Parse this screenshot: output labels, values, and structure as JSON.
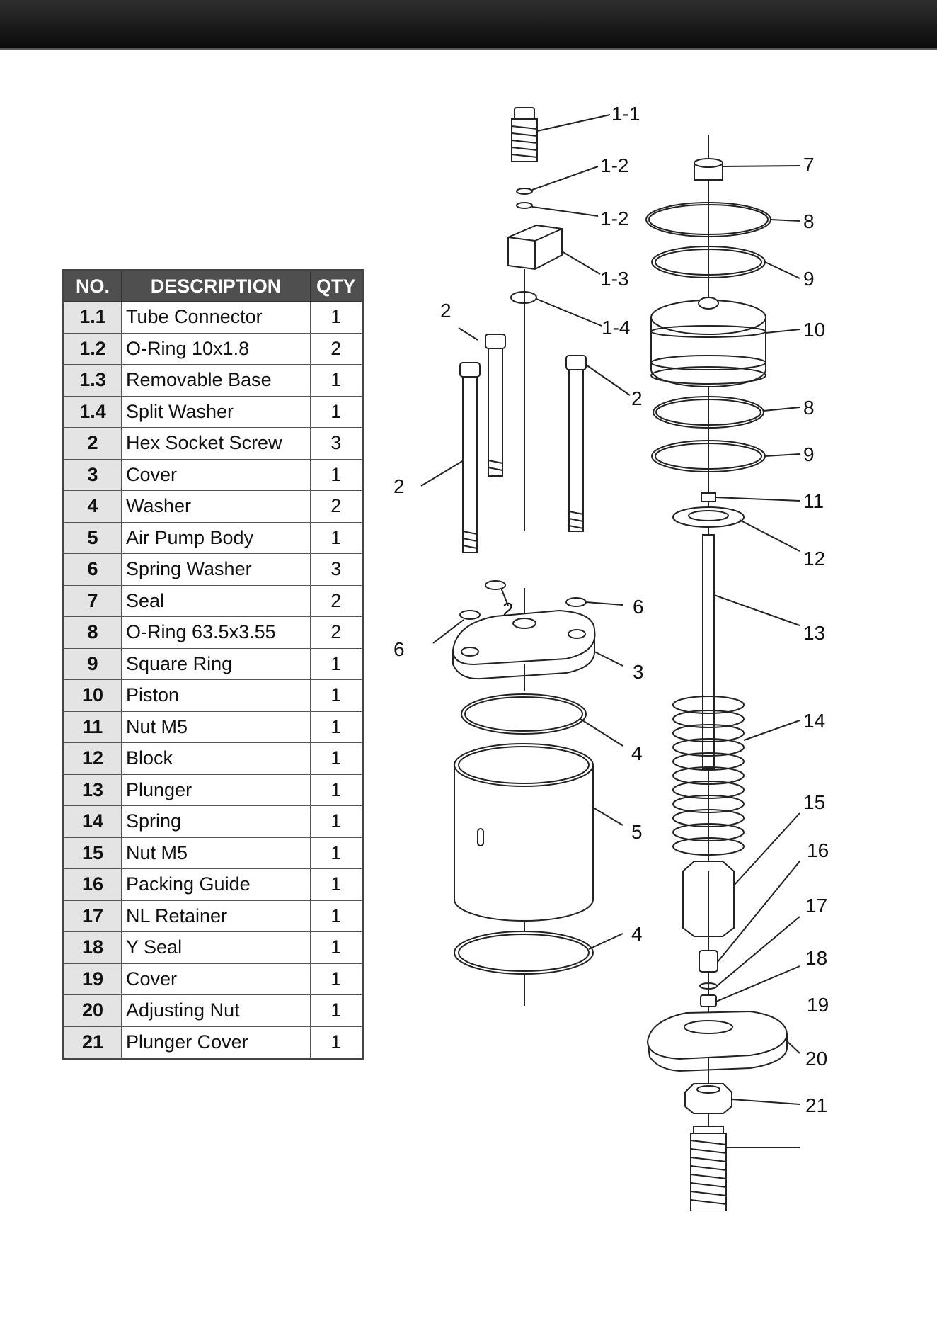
{
  "table": {
    "headers": {
      "no": "NO.",
      "description": "DESCRIPTION",
      "qty": "QTY"
    },
    "rows": [
      {
        "no": "1.1",
        "description": "Tube Connector",
        "qty": "1"
      },
      {
        "no": "1.2",
        "description": "O-Ring 10x1.8",
        "qty": "2"
      },
      {
        "no": "1.3",
        "description": "Removable Base",
        "qty": "1"
      },
      {
        "no": "1.4",
        "description": "Split Washer",
        "qty": "1"
      },
      {
        "no": "2",
        "description": "Hex Socket Screw",
        "qty": "3"
      },
      {
        "no": "3",
        "description": "Cover",
        "qty": "1"
      },
      {
        "no": "4",
        "description": "Washer",
        "qty": "2"
      },
      {
        "no": "5",
        "description": "Air Pump Body",
        "qty": "1"
      },
      {
        "no": "6",
        "description": "Spring Washer",
        "qty": "3"
      },
      {
        "no": "7",
        "description": "Seal",
        "qty": "2"
      },
      {
        "no": "8",
        "description": "O-Ring 63.5x3.55",
        "qty": "2"
      },
      {
        "no": "9",
        "description": "Square Ring",
        "qty": "1"
      },
      {
        "no": "10",
        "description": "Piston",
        "qty": "1"
      },
      {
        "no": "11",
        "description": "Nut M5",
        "qty": "1"
      },
      {
        "no": "12",
        "description": "Block",
        "qty": "1"
      },
      {
        "no": "13",
        "description": "Plunger",
        "qty": "1"
      },
      {
        "no": "14",
        "description": "Spring",
        "qty": "1"
      },
      {
        "no": "15",
        "description": "Nut M5",
        "qty": "1"
      },
      {
        "no": "16",
        "description": "Packing Guide",
        "qty": "1"
      },
      {
        "no": "17",
        "description": "NL Retainer",
        "qty": "1"
      },
      {
        "no": "18",
        "description": "Y Seal",
        "qty": "1"
      },
      {
        "no": "19",
        "description": "Cover",
        "qty": "1"
      },
      {
        "no": "20",
        "description": "Adjusting Nut",
        "qty": "1"
      },
      {
        "no": "21",
        "description": "Plunger Cover",
        "qty": "1"
      }
    ]
  },
  "diagram": {
    "callouts": {
      "c1_1": "1-1",
      "c1_2a": "1-2",
      "c1_2b": "1-2",
      "c1_3": "1-3",
      "c1_4": "1-4",
      "c2a": "2",
      "c2b": "2",
      "c2c": "2",
      "c2d": "2",
      "c3": "3",
      "c4a": "4",
      "c4b": "4",
      "c5": "5",
      "c6a": "6",
      "c6b": "6",
      "c7": "7",
      "c8a": "8",
      "c8b": "8",
      "c9a": "9",
      "c9b": "9",
      "c10": "10",
      "c11": "11",
      "c12": "12",
      "c13": "13",
      "c14": "14",
      "c15": "15",
      "c16": "16",
      "c17": "17",
      "c18": "18",
      "c19": "19",
      "c20": "20",
      "c21": "21"
    }
  }
}
